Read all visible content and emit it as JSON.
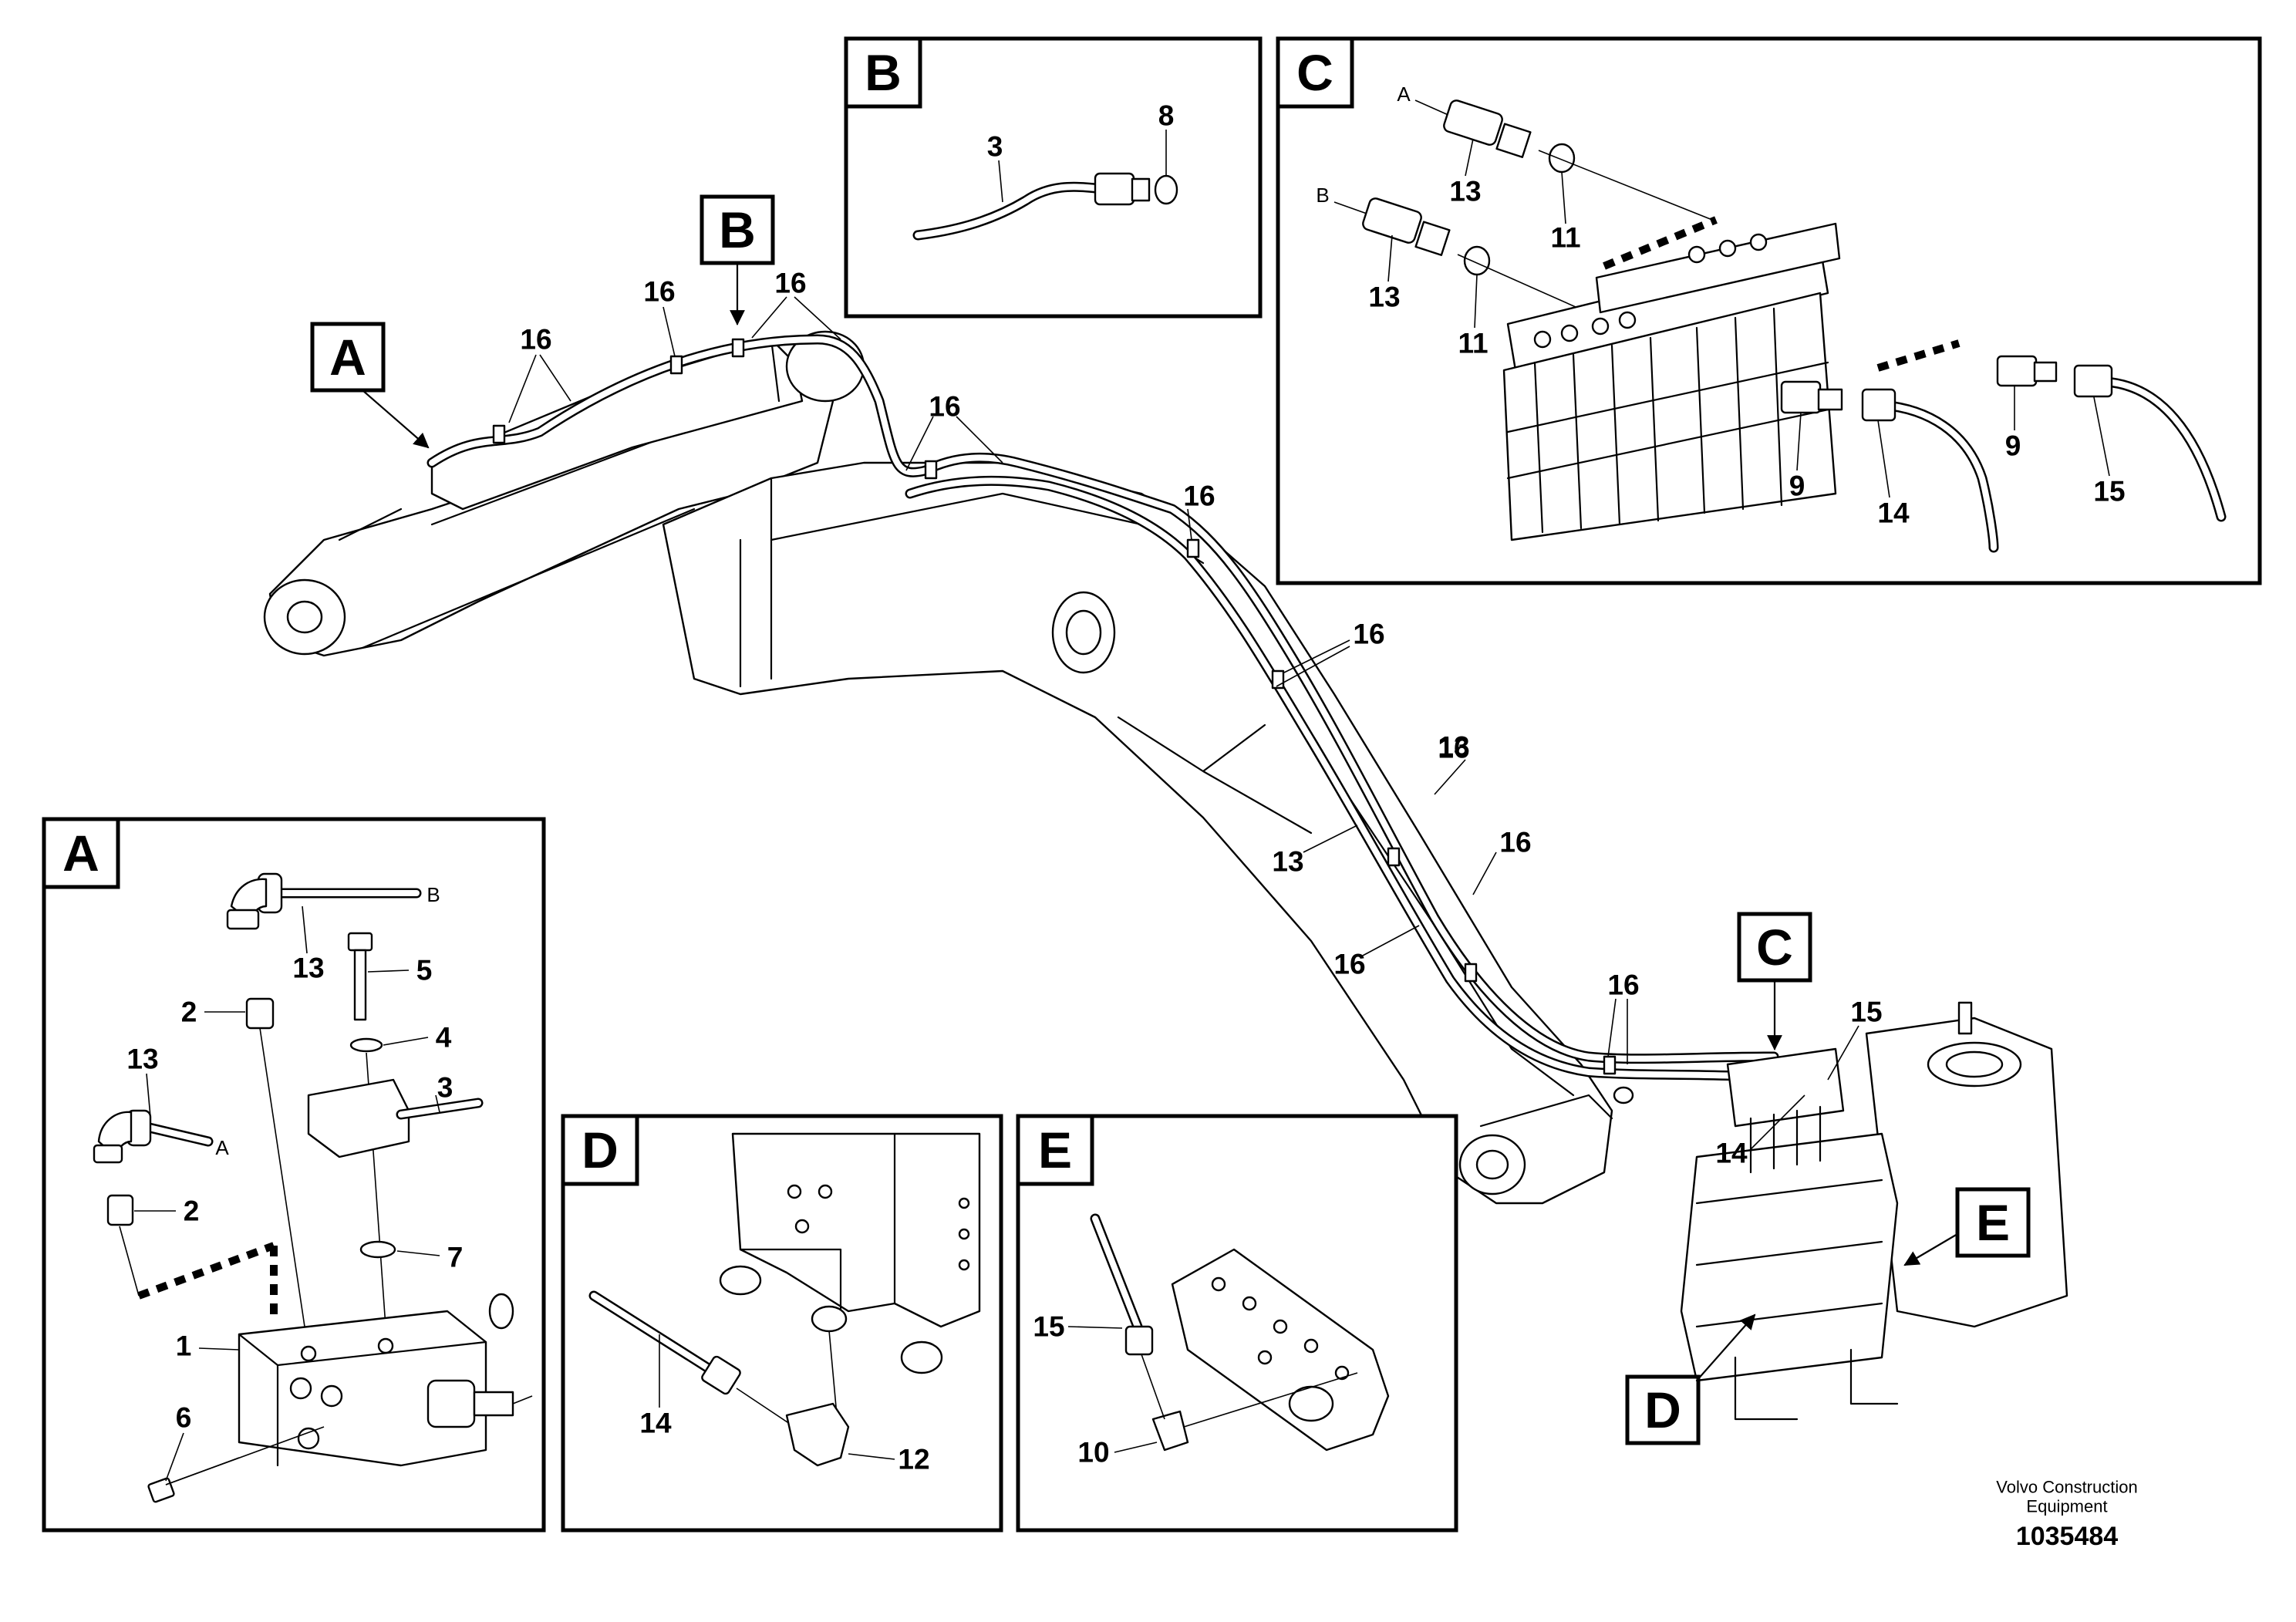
{
  "views": {
    "main": {
      "callouts": [
        "A",
        "B",
        "C",
        "D",
        "E"
      ]
    },
    "A": {
      "tag": "A",
      "labels": [
        "1",
        "2",
        "2",
        "3",
        "4",
        "5",
        "6",
        "7",
        "13",
        "13"
      ],
      "hose_ends": [
        "B",
        "A"
      ]
    },
    "B": {
      "tag": "B",
      "labels": [
        "3",
        "8"
      ]
    },
    "C": {
      "tag": "C",
      "labels": [
        "13",
        "11",
        "13",
        "11",
        "9",
        "14",
        "9",
        "15"
      ],
      "hose_ends": [
        "A",
        "B"
      ]
    },
    "D": {
      "tag": "D",
      "labels": [
        "14",
        "12"
      ]
    },
    "E": {
      "tag": "E",
      "labels": [
        "15",
        "10"
      ]
    }
  },
  "main_labels": [
    "16",
    "16",
    "16",
    "16",
    "16",
    "16",
    "16",
    "16",
    "16",
    "16",
    "13",
    "13",
    "14",
    "15"
  ],
  "footer": {
    "line1": "Volvo Construction",
    "line2": "Equipment",
    "ref_number": "1035484"
  },
  "icons": [
    "leader-arrow-icon",
    "hose-icon",
    "valve-block-icon",
    "fitting-icon",
    "o-ring-icon",
    "bolt-icon"
  ]
}
